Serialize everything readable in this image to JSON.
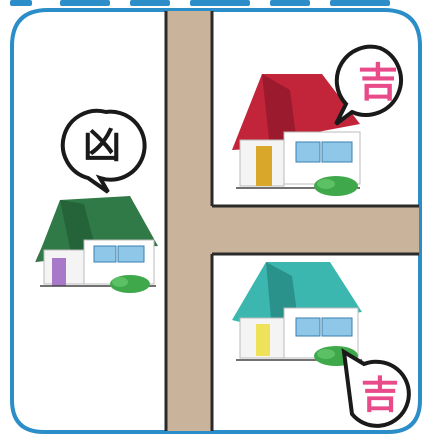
{
  "bubbles": {
    "left_label": "凶",
    "top_right_label": "吉",
    "bottom_right_label": "吉"
  },
  "colors": {
    "road": "#c9b49b",
    "road_edge": "#2a2a2a",
    "frame": "#2b8ec8",
    "bubble_border": "#1a1a1a",
    "bad_text": "#1a1a1a",
    "good_text": "#e84a8a",
    "house_left_roof": "#2f7a46",
    "house_top_roof": "#c2243a",
    "house_bottom_roof": "#3bb7b0"
  },
  "icons": [
    "house-icon",
    "bush-icon",
    "speech-bubble-icon"
  ]
}
